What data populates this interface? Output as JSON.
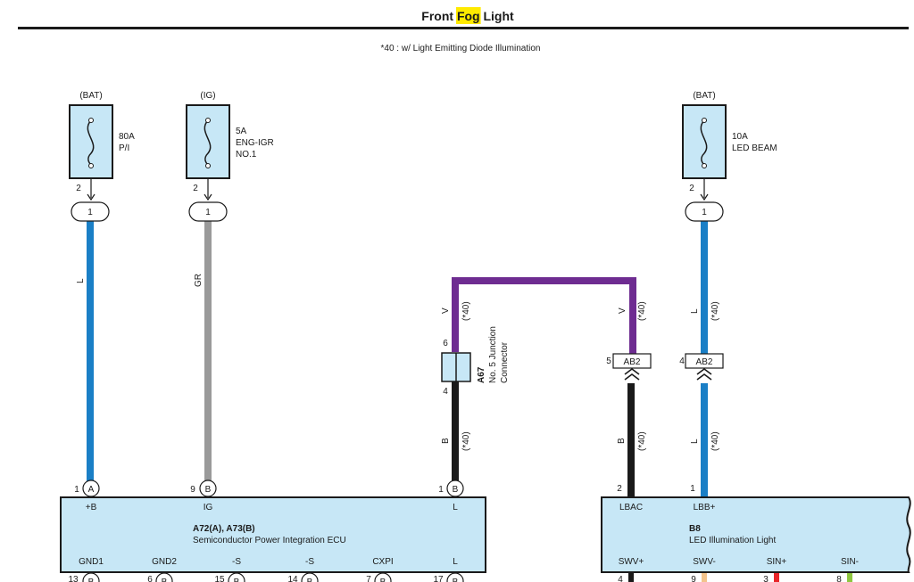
{
  "title": {
    "pre": "Front ",
    "highlight": "Fog",
    "post": " Light"
  },
  "subtitle": "*40 : w/ Light Emitting Diode Illumination",
  "colors": {
    "blue": "#1a7fc6",
    "gray": "#9a9a9a",
    "purple": "#6e2c91",
    "black": "#1a1a1a",
    "box": "#c7e7f6",
    "highlight": "#ffea00",
    "red": "#e8262a",
    "green": "#8dc63f",
    "orange": "#f3c48c"
  },
  "fuses": [
    {
      "source": "(BAT)",
      "rating": "80A",
      "name1": "P/I",
      "name2": "",
      "pin": "2",
      "junction": "1"
    },
    {
      "source": "(IG)",
      "rating": "5A",
      "name1": "ENG-IGR",
      "name2": "NO.1",
      "pin": "2",
      "junction": "1"
    },
    {
      "source": "(BAT)",
      "rating": "10A",
      "name1": "LED BEAM",
      "name2": "",
      "pin": "2",
      "junction": "1"
    }
  ],
  "wires": {
    "w1": "L",
    "w2": "GR",
    "v_left": "V",
    "v_left_note": "(*40)",
    "v_right": "V",
    "v_right_note": "(*40)",
    "l_upper": "L",
    "l_upper_note": "(*40)",
    "b_left": "B",
    "b_left_note": "(*40)",
    "b_right": "B",
    "b_right_note": "(*40)",
    "l_lower": "L",
    "l_lower_note": "(*40)"
  },
  "junction_connector": {
    "pin_top": "6",
    "pin_bottom": "4",
    "code": "A67",
    "name1": "No. 5 Junction",
    "name2": "Connector"
  },
  "ab2_connectors": [
    {
      "pin": "5",
      "label": "AB2"
    },
    {
      "pin": "4",
      "label": "AB2"
    }
  ],
  "ecu": {
    "code": "A72(A), A73(B)",
    "name": "Semiconductor Power Integration ECU",
    "top_pins": [
      {
        "num": "1",
        "conn": "A",
        "label": "+B"
      },
      {
        "num": "9",
        "conn": "B",
        "label": "IG"
      },
      {
        "num": "1",
        "conn": "B",
        "label": "L"
      }
    ],
    "bottom_labels": [
      "GND1",
      "GND2",
      "-S",
      "-S",
      "CXPI",
      "L"
    ],
    "bottom_pins": [
      {
        "num": "13",
        "conn": "B"
      },
      {
        "num": "6",
        "conn": "B"
      },
      {
        "num": "15",
        "conn": "B"
      },
      {
        "num": "14",
        "conn": "B"
      },
      {
        "num": "7",
        "conn": "B"
      },
      {
        "num": "17",
        "conn": "B"
      }
    ]
  },
  "led": {
    "code": "B8",
    "name": "LED Illumination Light",
    "top_pins": [
      {
        "num": "2",
        "label": "LBAC"
      },
      {
        "num": "1",
        "label": "LBB+"
      }
    ],
    "bottom_labels": [
      "SWV+",
      "SWV-",
      "SIN+",
      "SIN-"
    ],
    "bottom_pins": [
      "4",
      "9",
      "3",
      "8"
    ]
  }
}
